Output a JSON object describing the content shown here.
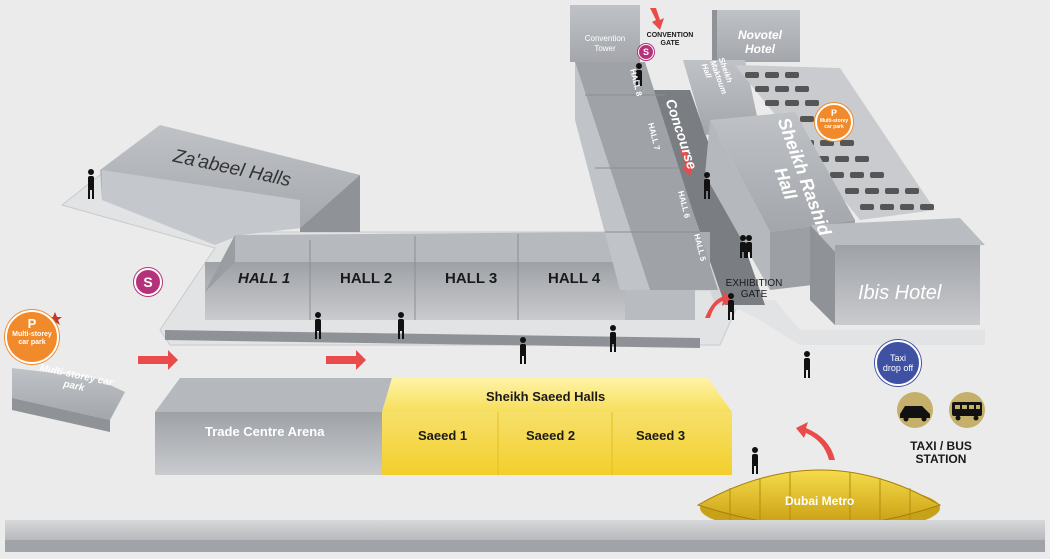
{
  "venue": {
    "zabeel_halls": "Za'abeel Halls",
    "halls": [
      "HALL 1",
      "HALL 2",
      "HALL 3",
      "HALL 4"
    ],
    "side_halls": [
      "HALL 8",
      "HALL 7",
      "HALL 6",
      "HALL 5"
    ],
    "concourse": "Concourse",
    "convention_tower": "Convention Tower",
    "convention_gate": "CONVENTION GATE",
    "novotel": "Novotel Hotel",
    "sheikh_maktoum_hall": "Sheikh Maktoum Hall",
    "sheikh_rashid_hall": "Sheikh Rashid Hall",
    "ibis_hotel": "Ibis Hotel",
    "exhibition_gate": "EXHIBITION GATE",
    "trade_centre_arena": "Trade Centre Arena",
    "sheikh_saeed_halls": "Sheikh Saeed Halls",
    "saeed_halls": [
      "Saeed 1",
      "Saeed 2",
      "Saeed 3"
    ],
    "dubai_metro": "Dubai Metro",
    "taxi_drop_off": "Taxi drop off",
    "taxi_bus_station": "TAXI / BUS STATION",
    "parking_p": "P",
    "multi_storey_car_park_badge": "Multi-storey car park",
    "multi_storey_car_park_building": "Multi-storey car park",
    "multi_storey_car_park_small": "Multi-storey car park",
    "station_marker": "S"
  },
  "colors": {
    "building_gray": "#a9acb1",
    "saeed_yellow": "#f6d84a",
    "parking_orange": "#f08a2a",
    "station_purple": "#b5327a",
    "taxi_blue": "#3f51a3",
    "arrow_red": "#e94b4b",
    "transport_olive": "#b8a45a"
  },
  "icons": [
    "parking-icon",
    "station-icon",
    "taxi-icon",
    "bus-icon",
    "direction-arrow-icon",
    "pedestrian-icon",
    "car-icon",
    "star-icon"
  ]
}
